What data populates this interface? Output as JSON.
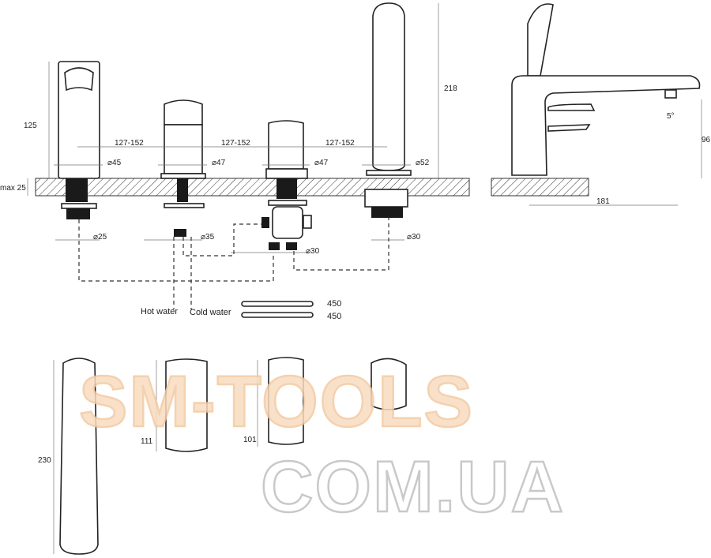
{
  "dimensions": {
    "spout_height": "125",
    "shower_height": "218",
    "deck_thickness": "max 25",
    "spacing_1": "127-152",
    "spacing_2": "127-152",
    "spacing_3": "127-152",
    "dia_spout": "⌀45",
    "dia_hot": "⌀47",
    "dia_cold": "⌀47",
    "dia_shower": "⌀52",
    "dia_spout_hole": "⌀25",
    "dia_hot_hole": "⌀35",
    "dia_diverter_hole": "⌀30",
    "dia_shower_hole": "⌀30",
    "side_angle": "5°",
    "side_height": "96",
    "side_reach": "181",
    "front_spout_height": "230",
    "front_handle_height": "111",
    "front_handle2_height": "101"
  },
  "labels": {
    "hot_water": "Hot water",
    "cold_water": "Cold water",
    "hose_1_length": "450",
    "hose_2_length": "450"
  },
  "watermark": {
    "line1": "SM-TOOLS",
    "line2": "COM.UA"
  }
}
